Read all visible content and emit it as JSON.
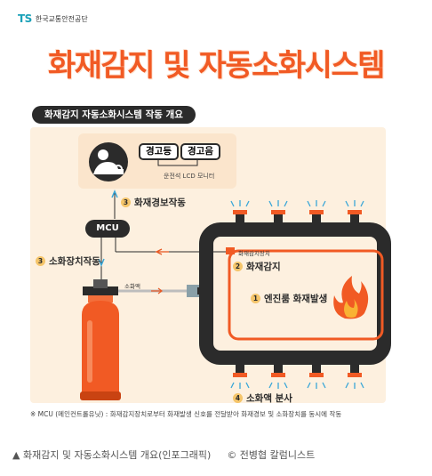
{
  "logo": {
    "mark": "TS",
    "org": "한국교통안전공단"
  },
  "title": "화재감지 및 자동소화시스템",
  "subtitle": "화재감지 자동소화시스템 작동 개요",
  "monitor": {
    "lamp": "경고등",
    "sound": "경고음",
    "lcd": "운전석 LCD 모니터"
  },
  "mcu": "MCU",
  "steps": {
    "s3a": {
      "num": "3",
      "label": "화재경보작동"
    },
    "s3b": {
      "num": "3",
      "label": "소화장치작동"
    },
    "s2": {
      "num": "2",
      "label": "화재감지"
    },
    "s1": {
      "num": "1",
      "label": "엔진룸 화재발생"
    },
    "s4": {
      "num": "4",
      "label": "소화액 분사"
    }
  },
  "labels": {
    "extinguishant": "소화액",
    "detector": "화재감지장치"
  },
  "footnote": "※ MCU (메인컨트롤유닛) : 화재감지장치로부터 화재발생 신호를 전달받아 화재경보 및 소화장치를 동시에 작동",
  "caption": {
    "text": "▲ 화재감지 및 자동소화시스템 개요(인포그래픽)",
    "credit": "© 전병협 칼럼니스트"
  },
  "colors": {
    "accent": "#f15a24",
    "dark": "#2b2b2b",
    "panel": "#fdf0df",
    "pipe": "#2b2b2b",
    "nozzle_spray": "#3aa7d8"
  }
}
